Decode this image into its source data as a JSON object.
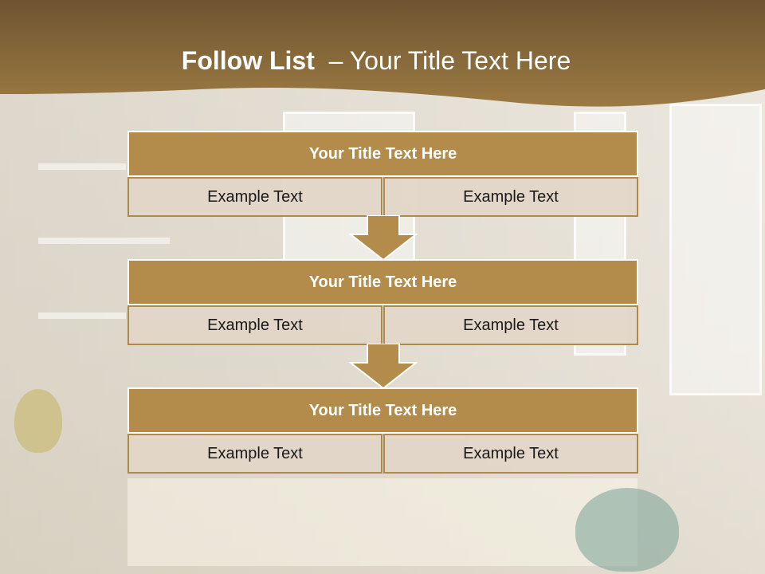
{
  "slide": {
    "title_bold": "Follow List",
    "title_rest": "  – Your Title Text Here"
  },
  "colors": {
    "header_brown": "#8a6a35",
    "block_title_fill": "#b38b4a",
    "cell_fill": "#e2d6c7",
    "cell_border": "#ad8a4a",
    "arrow_fill": "#b38b4a"
  },
  "blocks": [
    {
      "title": "Your Title Text Here",
      "left_text": "Example Text",
      "right_text": "Example Text"
    },
    {
      "title": "Your Title Text Here",
      "left_text": "Example Text",
      "right_text": "Example Text"
    },
    {
      "title": "Your Title Text Here",
      "left_text": "Example Text",
      "right_text": "Example Text"
    }
  ],
  "icons": {
    "flow_arrow": "down-arrow-icon"
  }
}
